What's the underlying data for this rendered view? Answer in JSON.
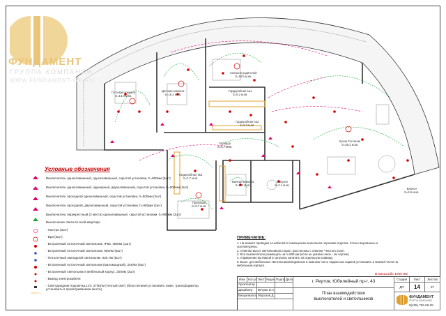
{
  "logo": {
    "name": "ФУНДАМЕНТ",
    "sub": "ГРУППА КОМПАНИЙ",
    "url": "WWW.FUNDAMENT-GK.RU"
  },
  "rooms": [
    {
      "name": "Гостевая комната",
      "area": "S=13.3 м.кв."
    },
    {
      "name": "Детская комната",
      "area": "S=16.2 м.кв."
    },
    {
      "name": "Спальня родителей",
      "area": "S=18.6 м.кв."
    },
    {
      "name": "Гардеробная №2",
      "area": "S=6.3 м.кв."
    },
    {
      "name": "Гардеробная №1",
      "area": "S=6.2 м.кв."
    },
    {
      "name": "Коридор",
      "area": "S=6.7 м.кв."
    },
    {
      "name": "Кухня-Гостиная",
      "area": "S=35.3 м.кв."
    },
    {
      "name": "Гардеробная №3",
      "area": "S=2.7 м.кв."
    },
    {
      "name": "Ванная комната",
      "area": "S=8.0 м.кв."
    },
    {
      "name": "Прихожая",
      "area": "S=8.7 м.кв."
    },
    {
      "name": "Санузел",
      "area": "S=2.1 м.кв."
    },
    {
      "name": "Балкон",
      "area": "S=6.6 м.кв."
    }
  ],
  "legend": {
    "title": "Условные обозначения",
    "items": [
      "Выключатель одноклавишный, одноклавишный, скрытой установки, h=900мм (5шт)",
      "Выключатель одноклавишный, одинарный, двухклавишный, скрытой установки, h=900мм (3шт)",
      "Выключатель проходной одноклавишный, скрытой установки, h=900мм (2шт)",
      "Выключатель проходной, двухклавишный, скрытой установки, h=900мм (2шт)",
      "Выключатель перекрестный (3 места) одноклавишный, скрытой установки, h=900мм (2шт)",
      "Выключение света во всей квартире"
    ],
    "items2": [
      [
        "- Люстра (2шт)",
        "- Бра (2шт)"
      ],
      [
        "- Встроенный потолочный светильник, IP65, 450Лм (1шт)"
      ],
      [
        "- Встроенный потолочный светильник, 900Лм (5шт)"
      ],
      [
        "- Потолочный накладной светильник, 625 Лм (5шт)"
      ],
      [
        "- Встроенный потолочный светильник (маломощный), 250Лм (5шт)"
      ],
      [
        "- Встроенный светильник в мебельный корпус, 200Лм (3шт)"
      ],
      [
        "- Вывод электрокабеля"
      ],
      [
        "- Светодиодная подсветка,12V, 2700Лм (теплый свет) (блок питания установить ниже, трансформатор установить в проветриваемом месте)"
      ]
    ]
  },
  "notes": {
    "title": "ПРИМЕЧАНИЕ:",
    "items": [
      "1. На момент проводки эл.кабелей в помещениях выполнена черновая отделка. Стены выровнены и оштукатурены.",
      "2. Отметки высот светильников и выкл. рассчитаны с отметки \"Чистого пола\".",
      "3. Все выключатели размещать на h=900 мм (если не указано иное - см чертеж)",
      "4. Управление вытяжкой в санузлах запитать на отдельную клавишу.",
      "5. Выкл. для мебельных светильников/подсветки в нижнюю часть подвесных ящиков установить в нижней части на мебельном корпусе."
    ]
  },
  "scale": "В масштабе 1000 мм",
  "stamp": {
    "address": "г. Реутов, Юбилейный пр-т, 43",
    "title_line1": "План взаимодействия",
    "title_line2": "выключателей и светильников",
    "headers": [
      "Стадия",
      "Лист",
      "Листов"
    ],
    "values": [
      "ДП",
      "14",
      "37"
    ],
    "col_headers": [
      "Изм.",
      "Кол.уч.",
      "Лист",
      "№док.",
      "Подпись",
      "Дата"
    ],
    "roles": [
      "Архитектор",
      "Дизайнер",
      "Визуализатор"
    ],
    "names": [
      "",
      "Ветрак И.А.",
      "Морозов Д.О."
    ],
    "firm": "ФУНДАМЕНТ",
    "firm_sub": "ГРУППА КОМПАНИЙ",
    "phone": "8(495) 766-08-08"
  },
  "colors": {
    "wall": "#333333",
    "switch": "#e0006e",
    "wire": "#1aa83c",
    "light": "#d40000",
    "accent": "#e3a02a",
    "legend_title": "#c00000"
  }
}
